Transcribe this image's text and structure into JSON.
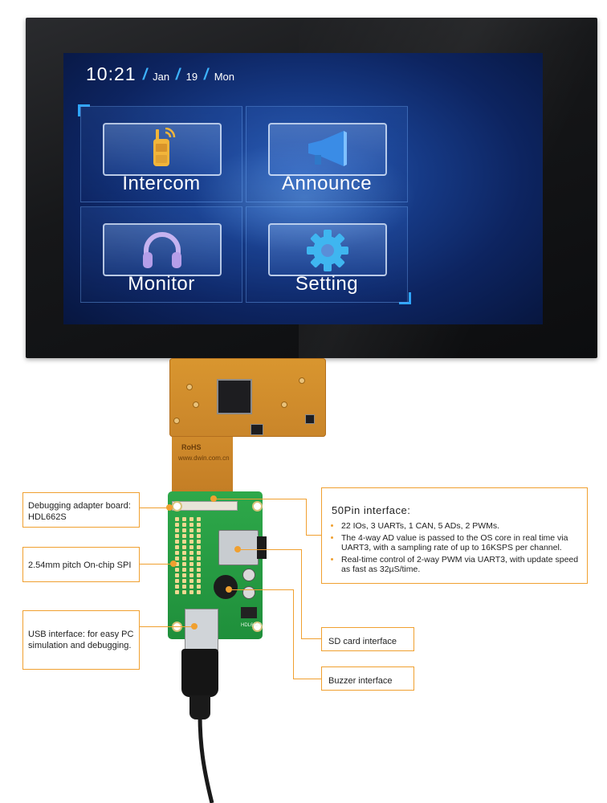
{
  "status_bar": {
    "time": "10:21",
    "month": "Jan",
    "day": "19",
    "weekday": "Mon"
  },
  "menu": {
    "tiles": [
      {
        "label": "Intercom",
        "icon": "walkie-talkie-icon"
      },
      {
        "label": "Announce",
        "icon": "megaphone-icon"
      },
      {
        "label": "Monitor",
        "icon": "headphones-icon"
      },
      {
        "label": "Setting",
        "icon": "gear-icon"
      }
    ]
  },
  "board": {
    "fpc_marking": "www.dwin.com.cn",
    "rohs_mark": "RoHS",
    "adapter_marking": "HDL662S"
  },
  "callouts": {
    "debug_adapter": "Debugging adapter board:\nHDL662S",
    "spi": "2.54mm pitch On-chip SPI",
    "usb": "USB interface:  for easy PC\nsimulation and debugging.",
    "sd_card": "SD card interface",
    "buzzer": "Buzzer interface",
    "interface_title": "50Pin interface:",
    "interface_points": [
      "22 IOs, 3 UARTs, 1 CAN, 5 ADs, 2 PWMs.",
      "The 4-way AD value is passed to the OS core in real time via UART3, with a sampling rate of up to 16KSPS per channel.",
      "Real-time control of 2-way PWM via UART3, with update speed as fast as 32µS/time."
    ]
  },
  "colors": {
    "accent_blue": "#2fa6ff",
    "callout_orange": "#f0a030",
    "pcb_green": "#1f8f3b",
    "fpc_amber": "#c9852a"
  }
}
